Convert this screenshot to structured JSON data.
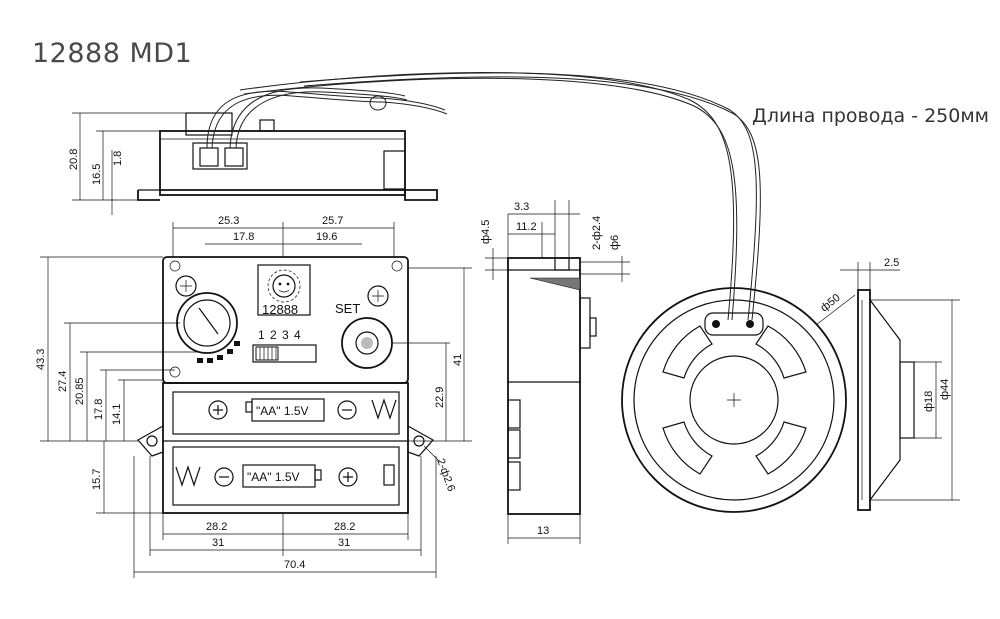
{
  "title": "12888 MD1",
  "wire_note": "Длина провода - 250мм",
  "labels": {
    "set": "SET",
    "switch_positions": "1 2 3 4",
    "battery_top": "\"AA\" 1.5V",
    "battery_bottom": "\"AA\" 1.5V",
    "logo_number": "12888"
  },
  "dimensions": {
    "side_height_total": "20.8",
    "side_height_body": "16.5",
    "side_flange": "1.8",
    "top_left_width": "25.3",
    "top_right_width": "25.7",
    "knob_offset": "17.8",
    "set_offset": "19.6",
    "left_height_total": "43.3",
    "left_27_4": "27.4",
    "left_20_85": "20.85",
    "left_17_8": "17.8",
    "left_14_1": "14.1",
    "left_15_7": "15.7",
    "right_41": "41",
    "right_22_9": "22.9",
    "mount_holes": "2-ф2.6",
    "bottom_28_2_left": "28.2",
    "bottom_28_2_right": "28.2",
    "bottom_31_left": "31",
    "bottom_31_right": "31",
    "bottom_total": "70.4",
    "mid_3_3": "3.3",
    "mid_11_2": "11.2",
    "mid_2_holes": "2-ф2.4",
    "mid_4_5": "ф4.5",
    "mid_6": "ф6",
    "mid_depth": "13",
    "speaker_dia": "ф50",
    "speaker_depth": "2.5",
    "speaker_44": "ф44",
    "speaker_18": "ф18"
  }
}
